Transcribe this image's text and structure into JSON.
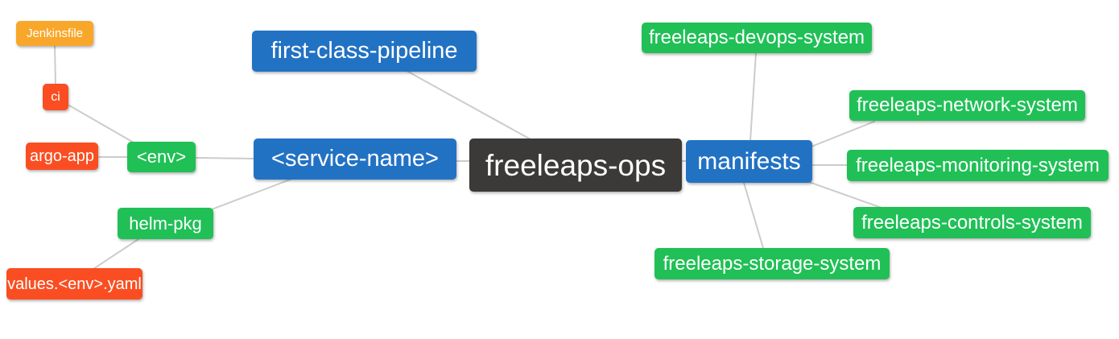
{
  "diagram": {
    "type": "mindmap",
    "background": "#ffffff",
    "edge_color": "#cccccc",
    "palette": {
      "blue": "#2272c4",
      "green": "#20c056",
      "orange": "#f9a72b",
      "red": "#fa4e22",
      "dark": "#3b3a38"
    },
    "text_color": "#ffffff",
    "root": "freeleaps-ops",
    "nodes": [
      {
        "id": "jenkinsfile",
        "label": "Jenkinsfile",
        "color": "orange"
      },
      {
        "id": "ci",
        "label": "ci",
        "color": "red"
      },
      {
        "id": "argo-app",
        "label": "argo-app",
        "color": "red"
      },
      {
        "id": "env",
        "label": "<env>",
        "color": "green"
      },
      {
        "id": "service-name",
        "label": "<service-name>",
        "color": "blue"
      },
      {
        "id": "first-class-pipeline",
        "label": "first-class-pipeline",
        "color": "blue"
      },
      {
        "id": "freeleaps-ops",
        "label": "freeleaps-ops",
        "color": "dark"
      },
      {
        "id": "manifests",
        "label": "manifests",
        "color": "blue"
      },
      {
        "id": "freeleaps-devops-system",
        "label": "freeleaps-devops-system",
        "color": "green"
      },
      {
        "id": "freeleaps-network-system",
        "label": "freeleaps-network-system",
        "color": "green"
      },
      {
        "id": "freeleaps-monitoring-system",
        "label": "freeleaps-monitoring-system",
        "color": "green"
      },
      {
        "id": "freeleaps-controls-system",
        "label": "freeleaps-controls-system",
        "color": "green"
      },
      {
        "id": "freeleaps-storage-system",
        "label": "freeleaps-storage-system",
        "color": "green"
      },
      {
        "id": "helm-pkg",
        "label": "helm-pkg",
        "color": "green"
      },
      {
        "id": "values-env-yaml",
        "label": "values.<env>.yaml",
        "color": "red"
      }
    ],
    "edges": [
      {
        "from": "ci",
        "to": "jenkinsfile"
      },
      {
        "from": "env",
        "to": "ci"
      },
      {
        "from": "env",
        "to": "argo-app"
      },
      {
        "from": "service-name",
        "to": "env"
      },
      {
        "from": "service-name",
        "to": "helm-pkg"
      },
      {
        "from": "helm-pkg",
        "to": "values-env-yaml"
      },
      {
        "from": "freeleaps-ops",
        "to": "service-name"
      },
      {
        "from": "freeleaps-ops",
        "to": "first-class-pipeline"
      },
      {
        "from": "freeleaps-ops",
        "to": "manifests"
      },
      {
        "from": "manifests",
        "to": "freeleaps-devops-system"
      },
      {
        "from": "manifests",
        "to": "freeleaps-network-system"
      },
      {
        "from": "manifests",
        "to": "freeleaps-monitoring-system"
      },
      {
        "from": "manifests",
        "to": "freeleaps-controls-system"
      },
      {
        "from": "manifests",
        "to": "freeleaps-storage-system"
      }
    ]
  }
}
